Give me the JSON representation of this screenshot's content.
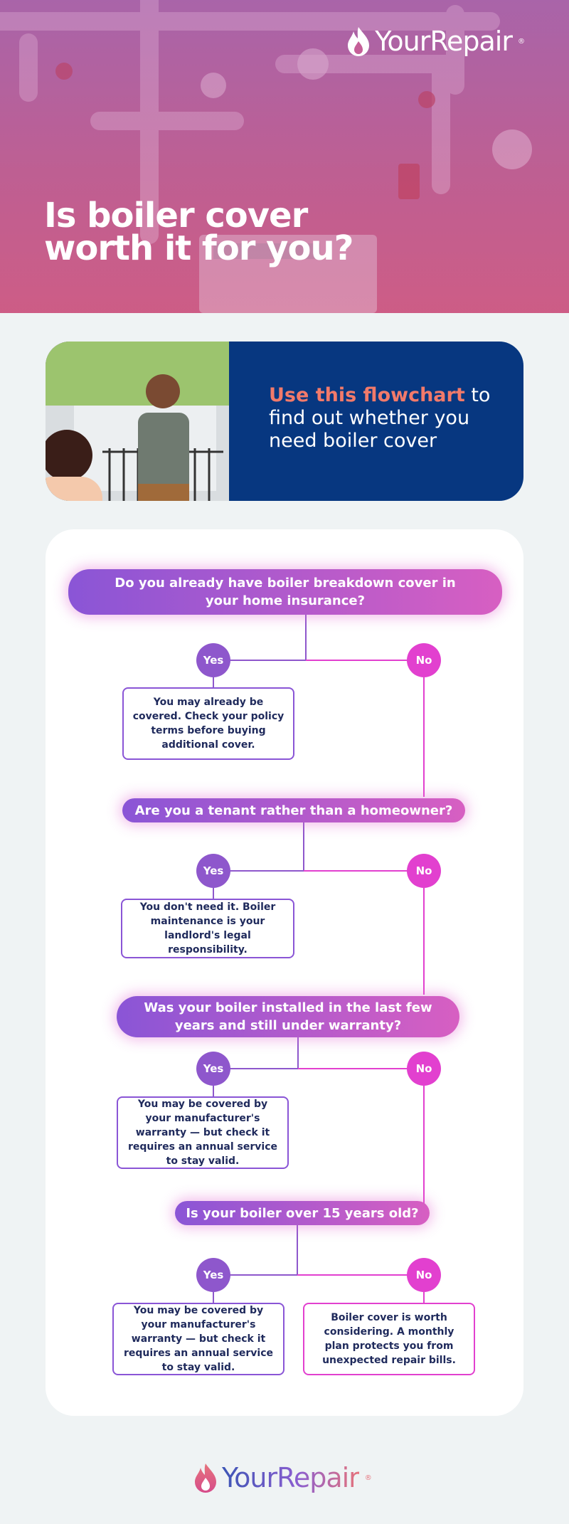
{
  "brand": {
    "name": "YourRepair",
    "mark": "®"
  },
  "hero": {
    "title": "Is boiler cover worth it for you?"
  },
  "intro": {
    "highlight": "Use this flowchart",
    "rest": "to find out whether you need boiler cover"
  },
  "flow": {
    "yes_label": "Yes",
    "no_label": "No",
    "questions": [
      {
        "text": "Do you already have boiler breakdown cover in your home insurance?",
        "yes_answer": "You may already be covered. Check your policy terms before buying additional cover."
      },
      {
        "text": "Are you a tenant rather than a homeowner?",
        "yes_answer": "You don't need it. Boiler maintenance is your landlord's legal responsibility."
      },
      {
        "text": "Was your boiler installed in the last few years and still under warranty?",
        "yes_answer": "You may be covered by your manufacturer's warranty — but check it requires an annual service to stay valid."
      },
      {
        "text": "Is your boiler over 15 years old?",
        "yes_answer": "You may be covered by your manufacturer's warranty — but check it requires an annual service to stay valid.",
        "no_answer": "Boiler cover is worth considering. A monthly plan protects you from unexpected repair bills."
      }
    ]
  },
  "colors": {
    "navy": "#073780",
    "purple": "#8a55d6",
    "magenta": "#e240cf",
    "coral": "#f27a6a"
  },
  "icons": {
    "logo": "flame-icon"
  }
}
